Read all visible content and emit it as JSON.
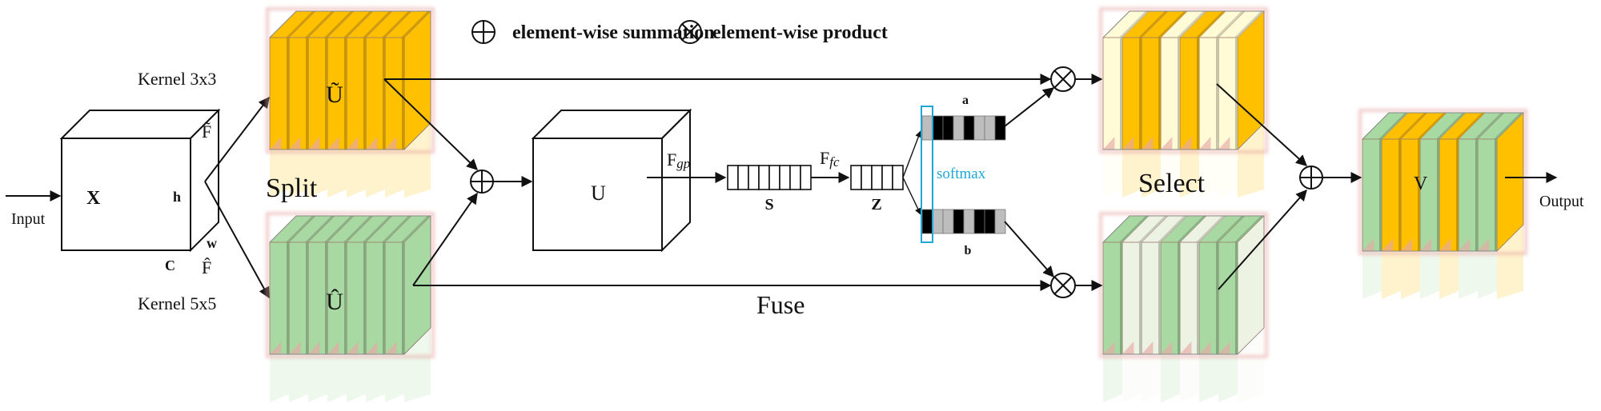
{
  "legend": {
    "sum_label": "element-wise summation",
    "product_label": "element-wise product"
  },
  "labels": {
    "input": "Input",
    "output": "Output",
    "x": "X",
    "h": "h",
    "w": "w",
    "c": "C",
    "f_tilde": "F̃",
    "f_hat": "F̂",
    "kernel_top": "Kernel 3x3",
    "kernel_bottom": "Kernel 5x5",
    "u_tilde": "Ũ",
    "u_hat": "Û",
    "split": "Split",
    "fuse": "Fuse",
    "select": "Select",
    "u": "U",
    "f_gp_main": "F",
    "f_gp_sub": "gp",
    "f_fc_main": "F",
    "f_fc_sub": "fc",
    "s": "S",
    "z": "Z",
    "a": "a",
    "b": "b",
    "softmax": "softmax",
    "v": "V"
  },
  "colors": {
    "orange": "#FFC000",
    "green": "#A9D9A2",
    "cream": "#FFFBD6",
    "pale_green": "#EDF3E3",
    "softmax": "#1FA7D8",
    "vec_dark": "#000000",
    "vec_light": "#BDBDBD"
  },
  "vectors": {
    "s_cells": 8,
    "z_cells": 5,
    "a": [
      "light",
      "dark",
      "dark",
      "light",
      "dark",
      "light",
      "light",
      "dark"
    ],
    "b": [
      "dark",
      "light",
      "light",
      "dark",
      "light",
      "dark",
      "dark",
      "light"
    ]
  },
  "stacks": {
    "u_tilde": [
      "orange",
      "orange",
      "orange",
      "orange",
      "orange",
      "orange",
      "orange",
      "orange"
    ],
    "u_hat": [
      "green",
      "green",
      "green",
      "green",
      "green",
      "green",
      "green",
      "green"
    ],
    "select_top": [
      "cream",
      "orange",
      "orange",
      "cream",
      "orange",
      "cream",
      "cream",
      "orange"
    ],
    "select_bottom": [
      "green",
      "pale_green",
      "pale_green",
      "green",
      "pale_green",
      "green",
      "green",
      "pale_green"
    ],
    "v": [
      "green",
      "orange",
      "orange",
      "green",
      "orange",
      "green",
      "green",
      "orange"
    ]
  }
}
